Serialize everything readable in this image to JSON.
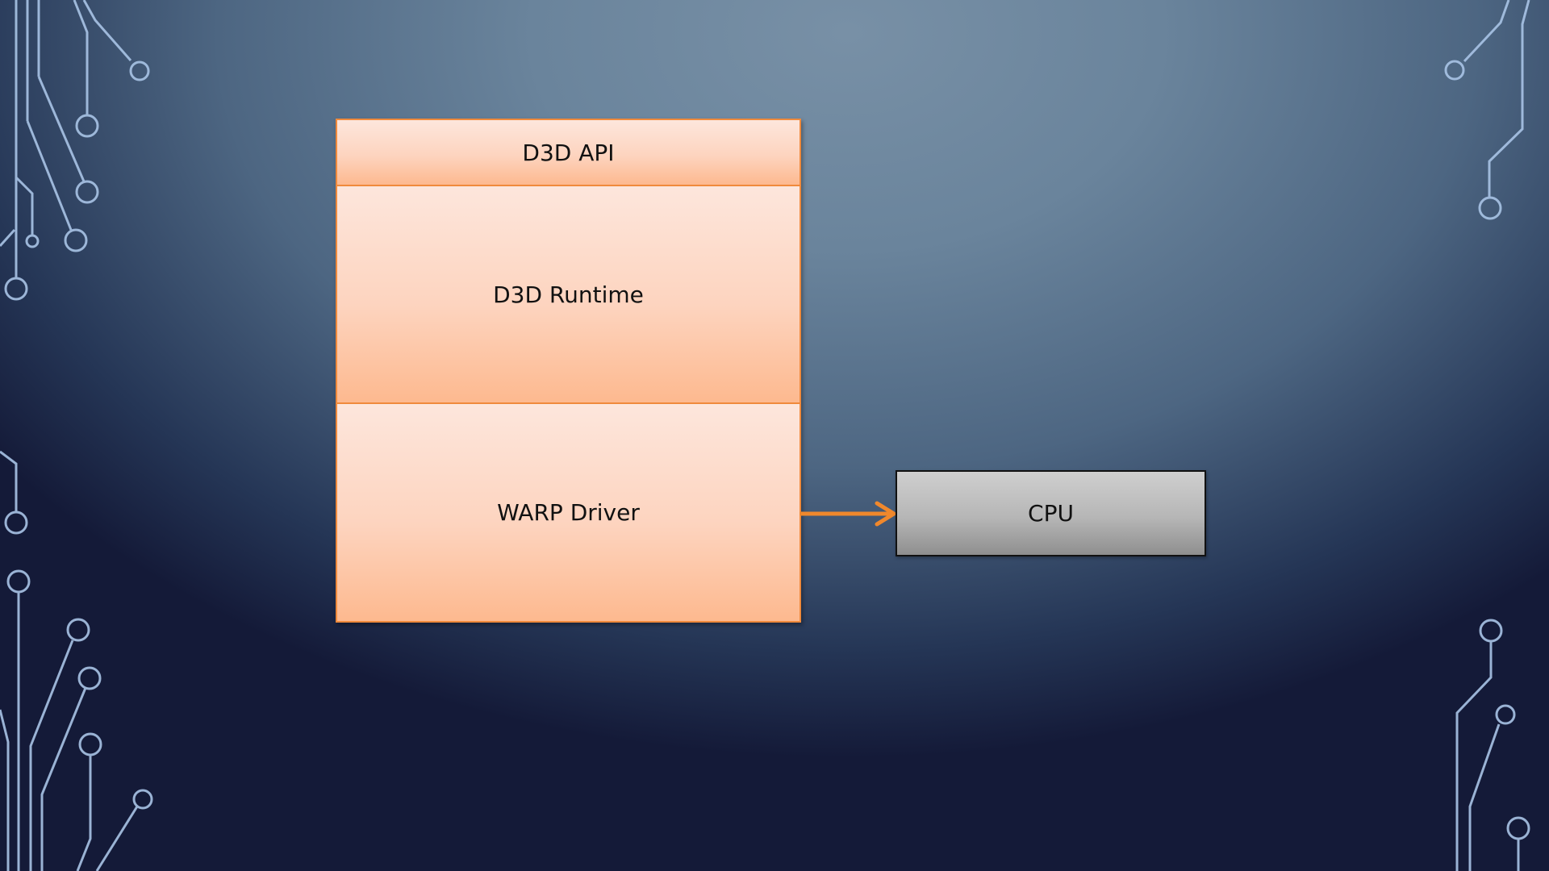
{
  "diagram": {
    "layers": [
      {
        "label": "D3D API"
      },
      {
        "label": "D3D Runtime"
      },
      {
        "label": "WARP Driver"
      }
    ],
    "target": {
      "label": "CPU"
    },
    "connection": {
      "from": "WARP Driver",
      "to": "CPU"
    }
  },
  "colors": {
    "layer_border": "#f08a3c",
    "layer_fill_top": "#fde6dc",
    "layer_fill_bottom": "#fdb98f",
    "arrow": "#f0882c",
    "cpu_fill_top": "#cfcfcf",
    "cpu_fill_bottom": "#8f8f8f",
    "circuit_lines": "#a9c4e6"
  },
  "decorations": {
    "icon": "circuit-trace-decoration"
  }
}
